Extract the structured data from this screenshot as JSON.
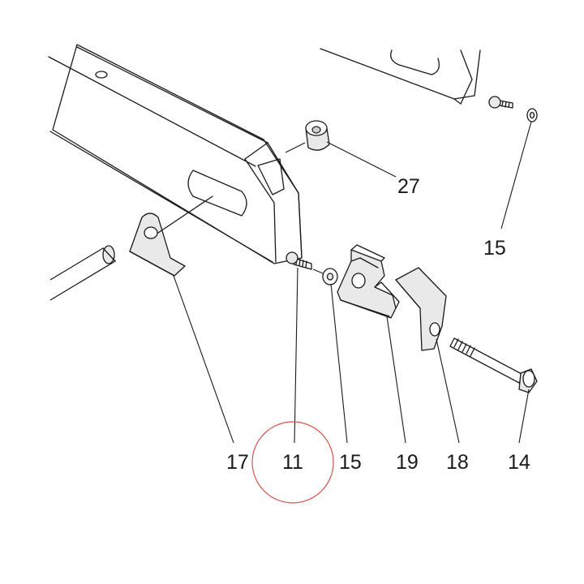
{
  "callouts": {
    "c27": "27",
    "c15_top": "15",
    "c17": "17",
    "c11": "11",
    "c15_bottom": "15",
    "c19": "19",
    "c18": "18",
    "c14": "14"
  },
  "highlight": {
    "target": "11",
    "color": "#d9534f"
  }
}
